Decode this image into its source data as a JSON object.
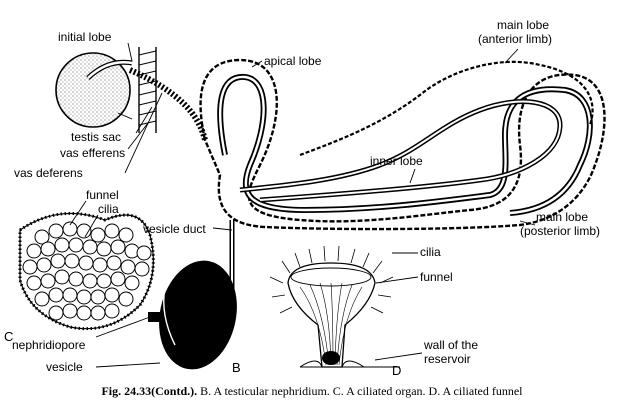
{
  "labels": {
    "initial_lobe": "initial lobe",
    "testis_sac": "testis sac",
    "vas_efferens": "vas efferens",
    "vas_deferens": "vas deferens",
    "apical_lobe": "apical lobe",
    "main_lobe_anterior_1": "main lobe",
    "main_lobe_anterior_2": "(anterior limb)",
    "inner_lobe": "inner lobe",
    "main_lobe_posterior_1": "main lobe",
    "main_lobe_posterior_2": "(posterior limb)",
    "vesicle_duct": "vesicle duct",
    "funnel_c": "funnel",
    "cilia_c": "cilia",
    "panel_c": "C",
    "nephridiopore": "nephridiopore",
    "vesicle": "vesicle",
    "panel_b": "B",
    "cilia_d": "cilia",
    "funnel_d": "funnel",
    "wall_1": "wall of the",
    "wall_2": "reservoir",
    "panel_d": "D"
  },
  "caption": {
    "figure": "Fig. 24.33(Contd.).",
    "text": " B. A testicular nephridium. C. A ciliated organ. D. A ciliated funnel"
  }
}
